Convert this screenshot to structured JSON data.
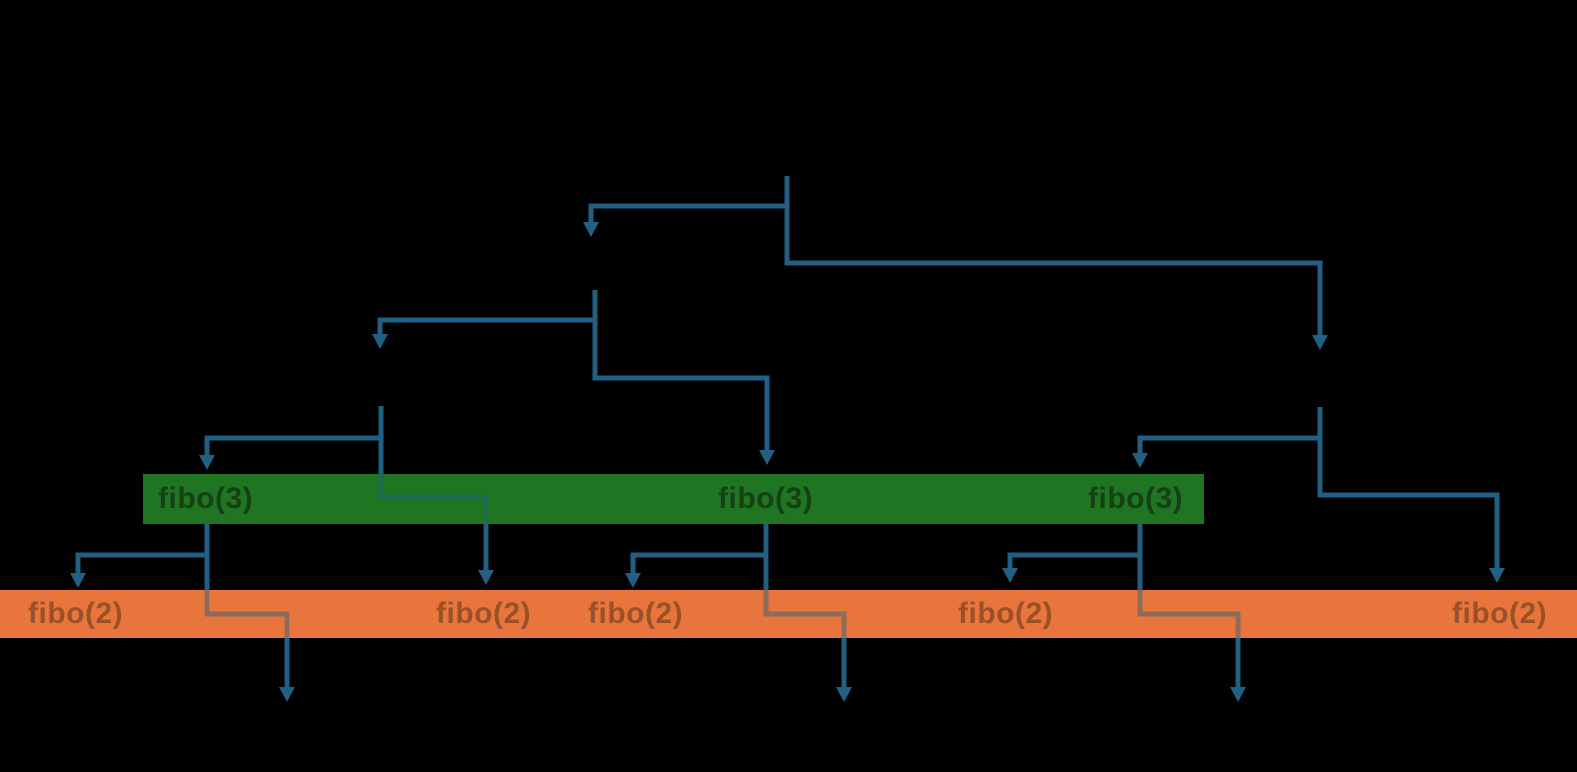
{
  "diagram": {
    "kind": "fibonacci-recursion-call-tree",
    "visible_rows": [
      {
        "id": "fibo3-row",
        "band_color": "#1f7522",
        "text_color": "#164116",
        "label_count": 3
      },
      {
        "id": "fibo2-row",
        "band_color": "#e8763c",
        "text_color": "#9b5028",
        "label_count": 5
      }
    ]
  },
  "green_row": {
    "labels": [
      "fibo(3)",
      "fibo(3)",
      "fibo(3)"
    ]
  },
  "orange_row": {
    "labels": [
      "fibo(2)",
      "fibo(2)",
      "fibo(2)",
      "fibo(2)",
      "fibo(2)"
    ]
  },
  "colors": {
    "background": "#000000",
    "connector": "#215f83",
    "green_band": "#1f7522",
    "green_text": "#164116",
    "orange_band": "#e8763c",
    "orange_text": "#9b5028"
  }
}
